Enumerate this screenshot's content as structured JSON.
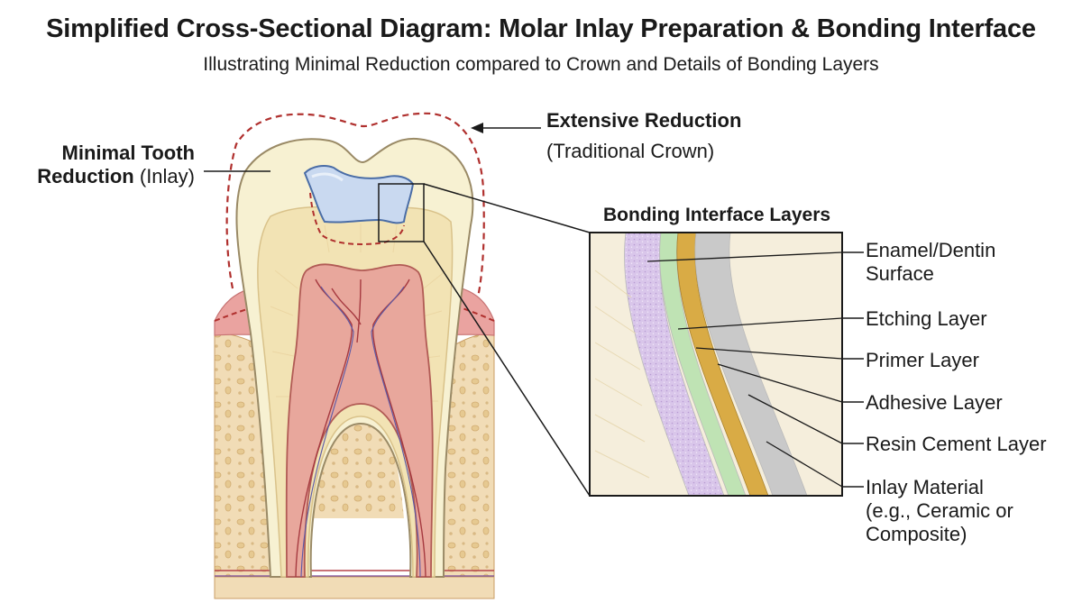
{
  "header": {
    "title": "Simplified Cross-Sectional Diagram: Molar Inlay Preparation & Bonding Interface",
    "subtitle": "Illustrating Minimal Reduction compared to Crown and Details of Bonding Layers"
  },
  "labels": {
    "minimal_line1": "Minimal Tooth",
    "minimal_bold2": "Reduction",
    "minimal_rest2": " (Inlay)",
    "extensive_title": "Extensive Reduction",
    "extensive_sub": "(Traditional Crown)",
    "inset_title": "Bonding Interface Layers"
  },
  "layers": [
    {
      "lines": [
        "Enamel/Dentin",
        "Surface"
      ],
      "color": "#f6ecd2"
    },
    {
      "lines": [
        "Etching Layer"
      ],
      "color": "#d9c6ea"
    },
    {
      "lines": [
        "Primer Layer"
      ],
      "color": "#bfe3b4"
    },
    {
      "lines": [
        "Adhesive Layer"
      ],
      "color": "#d9ab45"
    },
    {
      "lines": [
        "Resin Cement Layer"
      ],
      "color": "#c9c9c9"
    },
    {
      "lines": [
        "Inlay Material",
        "(e.g., Ceramic or",
        "Composite)"
      ],
      "color": "#f5eedc"
    }
  ],
  "colors": {
    "enamel": "#f7f1d2",
    "dentin": "#f2e3b4",
    "pulp": "#e8a79c",
    "gum": "#eaa3a0",
    "bone": "#f1dcb6",
    "inlay": "#c9d9f0",
    "outline_dashed": "#b0302e"
  }
}
